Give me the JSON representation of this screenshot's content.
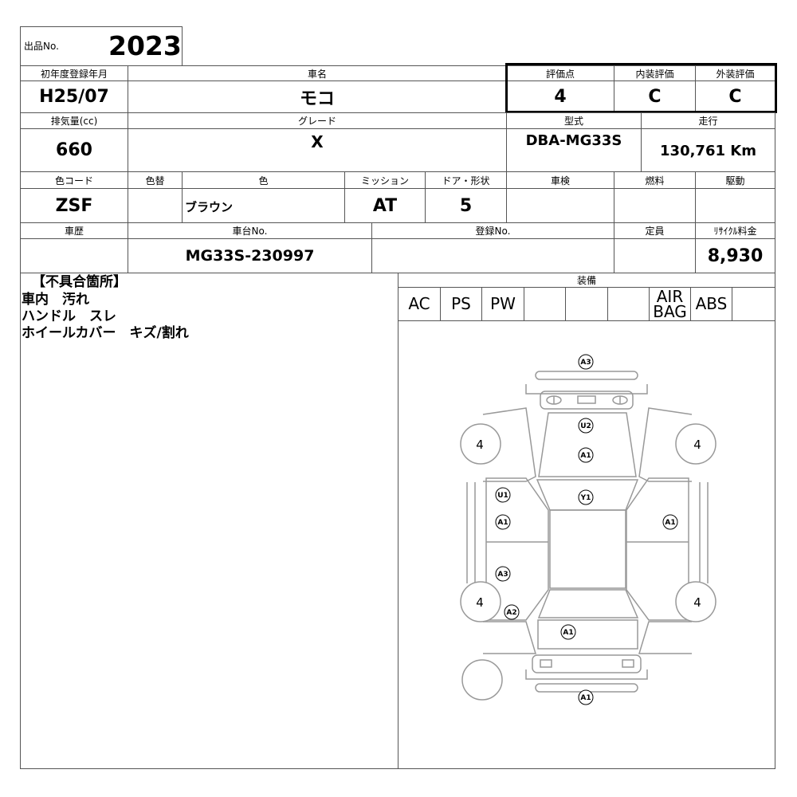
{
  "lot": {
    "label": "出品No.",
    "number": "2023"
  },
  "row1": {
    "first_reg_label": "初年度登録年月",
    "first_reg": "H25/07",
    "car_name_label": "車名",
    "car_name": "モコ",
    "score_label": "評価点",
    "score": "4",
    "interior_label": "内装評価",
    "interior": "C",
    "exterior_label": "外装評価",
    "exterior": "C"
  },
  "row2": {
    "displacement_label": "排気量(cc)",
    "displacement": "660",
    "grade_label": "グレード",
    "grade": "X",
    "model_label": "型式",
    "model": "DBA-MG33S",
    "mileage_label": "走行",
    "mileage": "130,761 Km"
  },
  "row3": {
    "color_code_label": "色コード",
    "color_code": "ZSF",
    "color_change_label": "色替",
    "color_change": "",
    "color_label": "色",
    "color": "ブラウン",
    "mission_label": "ミッション",
    "mission": "AT",
    "door_label": "ドア・形状",
    "door": "5",
    "inspection_label": "車検",
    "inspection": "",
    "fuel_label": "燃料",
    "fuel": "",
    "drive_label": "駆動",
    "drive": ""
  },
  "row4": {
    "history_label": "車歴",
    "history": "",
    "chassis_label": "車台No.",
    "chassis": "MG33S-230997",
    "reg_no_label": "登録No.",
    "reg_no": "",
    "capacity_label": "定員",
    "capacity": "",
    "recycle_label": "ﾘｻｲｸﾙ料金",
    "recycle": "8,930"
  },
  "defects": {
    "title": "【不具合箇所】",
    "lines": [
      "車内　汚れ",
      "ハンドル　スレ",
      "ホイールカバー　キズ/割れ"
    ]
  },
  "equipment": {
    "title": "装備",
    "items": [
      "AC",
      "PS",
      "PW",
      "",
      "",
      "",
      "AIR BAG",
      "ABS",
      ""
    ]
  },
  "diagram": {
    "tires": [
      "4",
      "4",
      "4",
      "4"
    ],
    "marks": [
      "A3",
      "U2",
      "A1",
      "U1",
      "Y1",
      "A1",
      "A1",
      "A3",
      "A2",
      "A1",
      "A1"
    ]
  }
}
